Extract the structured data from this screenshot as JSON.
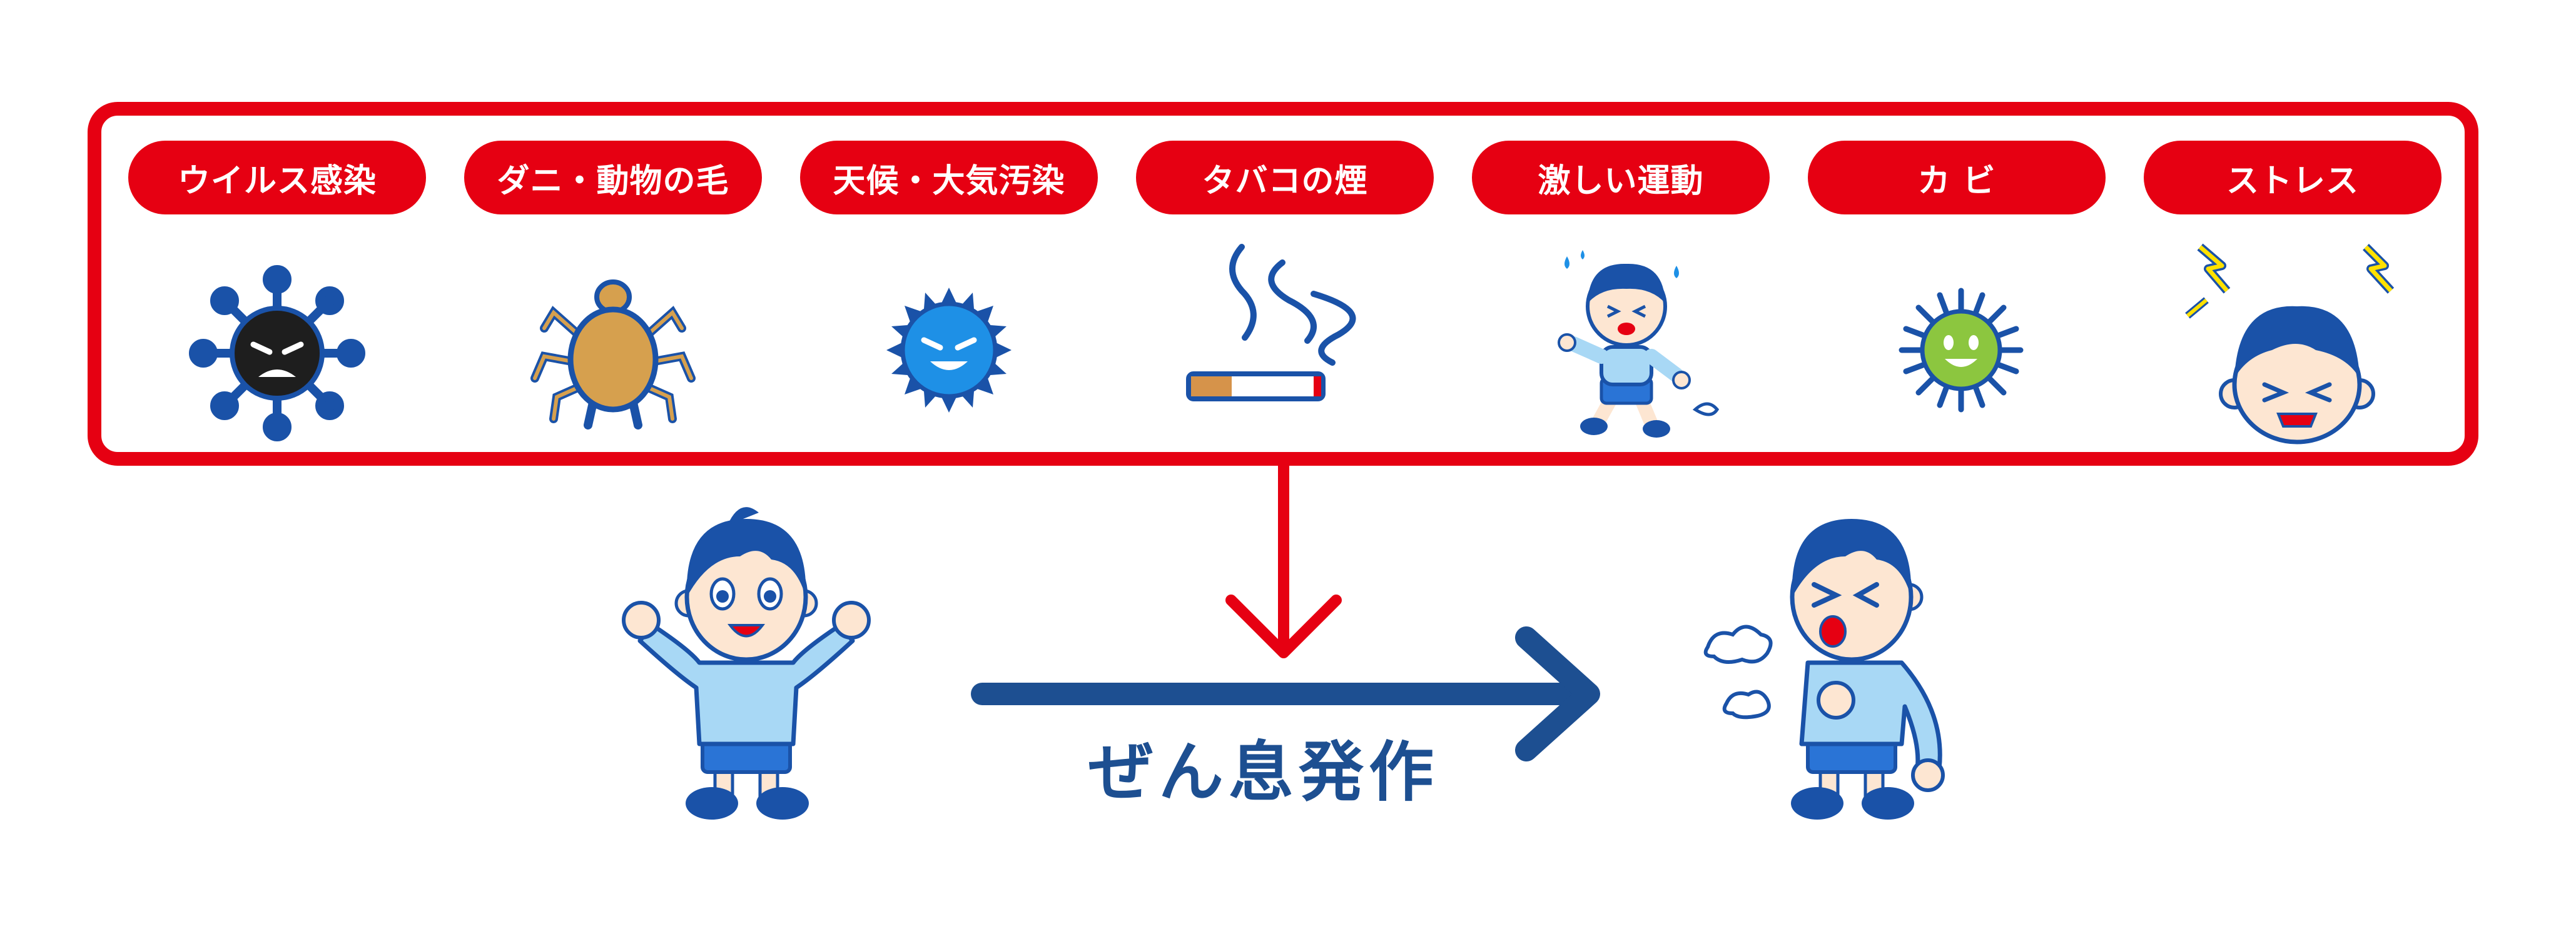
{
  "triggers": [
    {
      "label": "ウイルス感染",
      "icon": "virus-icon"
    },
    {
      "label": "ダニ・動物の毛",
      "icon": "dust-mite-icon"
    },
    {
      "label": "天候・大気汚染",
      "icon": "pollution-germ-icon"
    },
    {
      "label": "タバコの煙",
      "icon": "cigarette-smoke-icon"
    },
    {
      "label": "激しい運動",
      "icon": "running-boy-icon"
    },
    {
      "label": "カ ビ",
      "icon": "mold-icon"
    },
    {
      "label": "ストレス",
      "icon": "stressed-boy-icon"
    }
  ],
  "result_label": "ぜん息発作",
  "colors": {
    "accent_red": "#e60012",
    "arrow_blue": "#1d4f91",
    "hair_blue": "#1a52a8",
    "shirt_blue": "#a8d8f5",
    "shorts_blue": "#2a74d6",
    "skin": "#fde6d2"
  }
}
